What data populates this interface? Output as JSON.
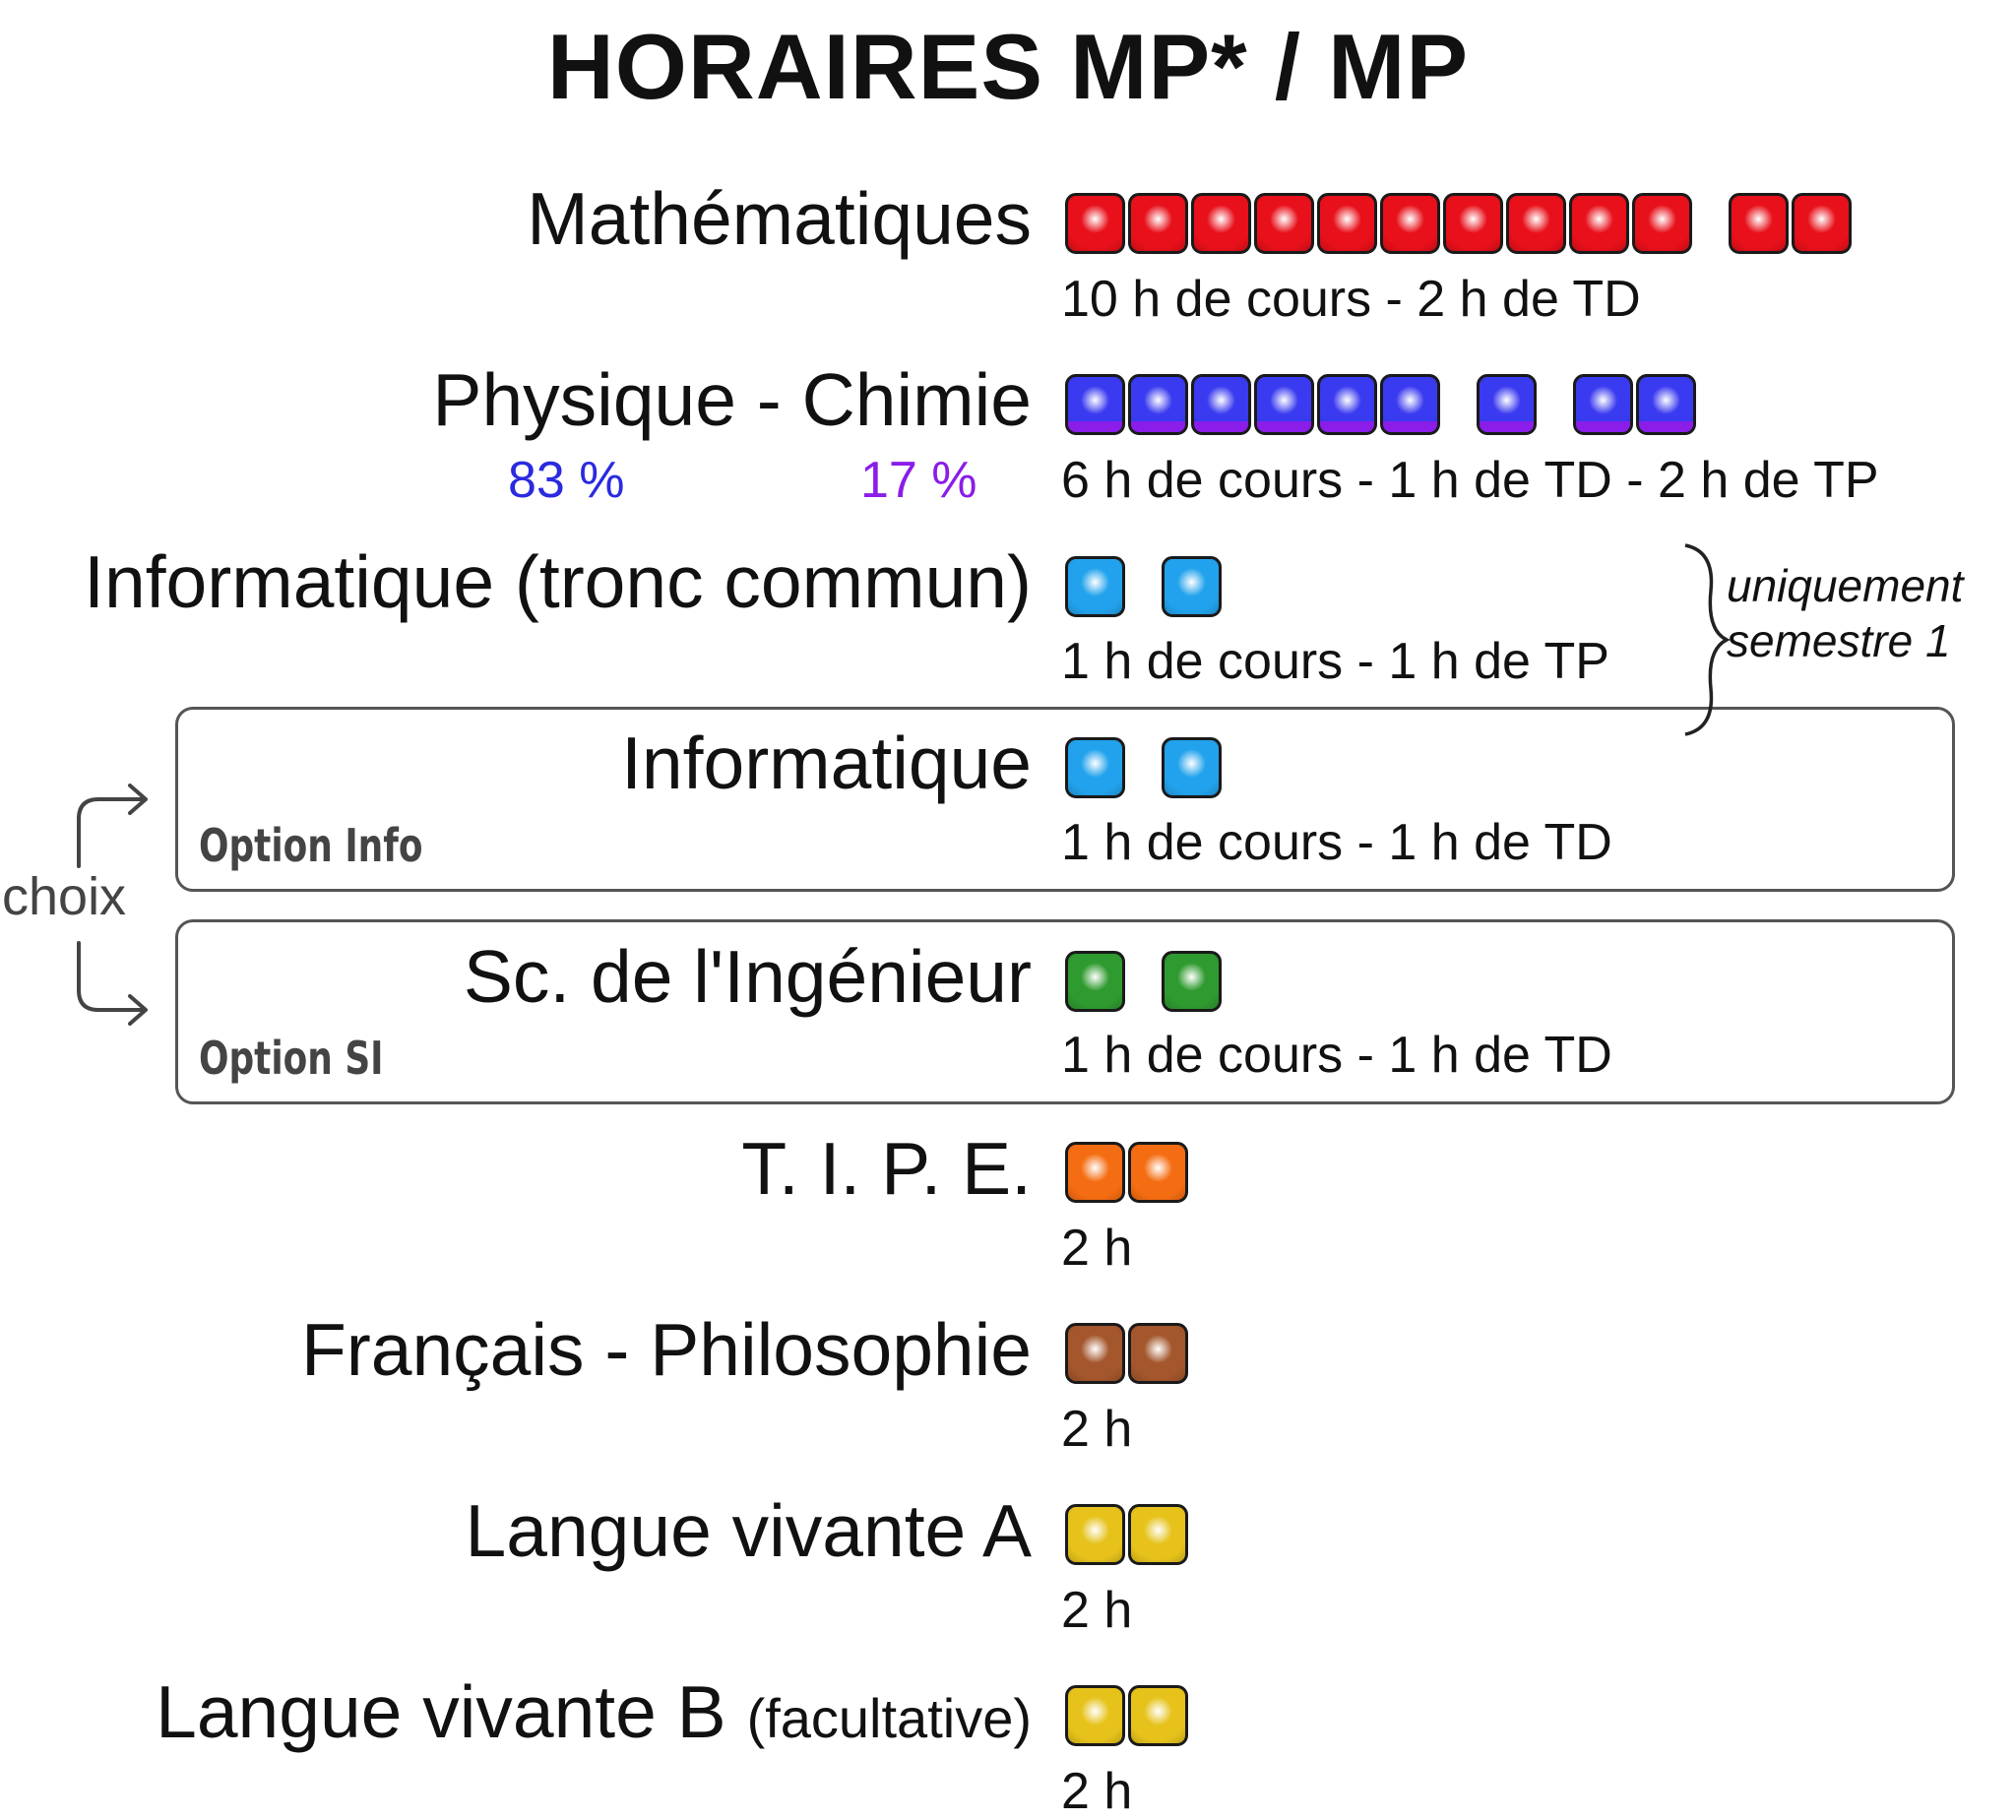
{
  "title": "HORAIRES MP* / MP",
  "colors": {
    "math": "#e8101a",
    "physique": "#3a3af0",
    "physique_band": "#8a1de8",
    "informatique": "#22a2ec",
    "si": "#2f9a2f",
    "tipe": "#f56d12",
    "francais": "#a4562c",
    "langue": "#e6c21b",
    "pct_physique": "#2a2ae0",
    "pct_chimie": "#8a1de8"
  },
  "subjects": [
    {
      "name": "Mathématiques",
      "detail": "10 h de cours - 2 h de TD",
      "color_key": "math",
      "groups": [
        10,
        2
      ]
    },
    {
      "name": "Physique - Chimie",
      "detail": "6 h de cours - 1 h de TD - 2 h de TP",
      "color_key": "physique",
      "groups": [
        6,
        1,
        2
      ],
      "pct_physique": "83 %",
      "pct_chimie": "17 %"
    },
    {
      "name": "Informatique (tronc commun)",
      "detail": "1 h de cours - 1 h de TP",
      "color_key": "informatique",
      "groups": [
        1,
        1
      ],
      "note": [
        "uniquement",
        "semestre 1"
      ]
    },
    {
      "name": "Informatique",
      "detail": "1 h de cours - 1 h de TD",
      "color_key": "informatique",
      "groups": [
        1,
        1
      ],
      "option": "Option Info"
    },
    {
      "name": "Sc. de l'Ingénieur",
      "detail": "1 h de cours - 1 h de TD",
      "color_key": "si",
      "groups": [
        1,
        1
      ],
      "option": "Option SI"
    },
    {
      "name": "T. I. P. E.",
      "detail": "2 h",
      "color_key": "tipe",
      "groups": [
        2
      ]
    },
    {
      "name": "Français - Philosophie",
      "detail": "2 h",
      "color_key": "francais",
      "groups": [
        2
      ]
    },
    {
      "name": "Langue vivante A",
      "detail": "2 h",
      "color_key": "langue",
      "groups": [
        2
      ]
    },
    {
      "name": "Langue vivante B",
      "name_suffix": "(facultative)",
      "detail": "2 h",
      "color_key": "langue",
      "groups": [
        2
      ]
    }
  ],
  "choix_label": "choix"
}
